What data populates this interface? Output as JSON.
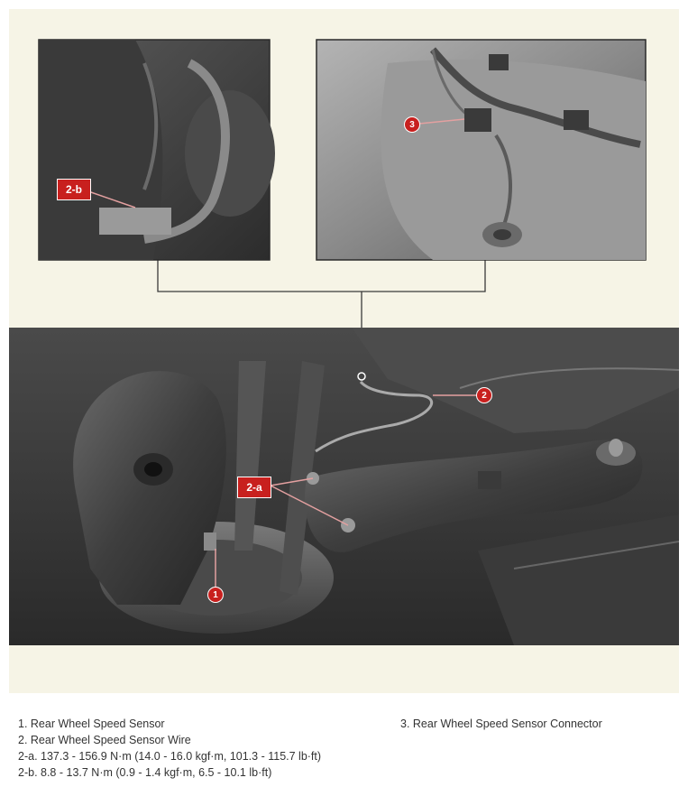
{
  "callouts": {
    "c2b": "2-b",
    "c3": "3",
    "c2": "2",
    "c2a": "2-a",
    "c1": "1"
  },
  "legend": {
    "item1": "1. Rear Wheel Speed Sensor",
    "item2": "2. Rear Wheel Speed Sensor Wire",
    "item2a": "2-a. 137.3 - 156.9 N·m (14.0 - 16.0 kgf·m, 101.3 - 115.7 lb·ft)",
    "item2b": "2-b. 8.8 - 13.7 N·m (0.9 - 1.4 kgf·m, 6.5 - 10.1 lb·ft)",
    "item3": "3. Rear Wheel Speed Sensor Connector"
  },
  "colors": {
    "background": "#f6f4e6",
    "callout": "#c8201e",
    "text": "#333333"
  }
}
